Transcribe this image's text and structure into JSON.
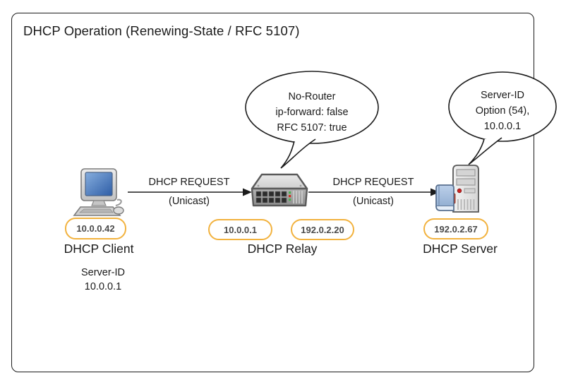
{
  "title": "DHCP Operation (Renewing-State / RFC 5107)",
  "colors": {
    "badge_border": "#F2B23E",
    "badge_text": "#4a4a4a",
    "outline": "#1c1c1c",
    "screen_blue": "#3d6cb4",
    "led_green": "#4caf50",
    "led_red": "#cc3322"
  },
  "nodes": {
    "client": {
      "label": "DHCP Client",
      "icon": "desktop-computer-icon",
      "badges": [
        "10.0.0.42"
      ],
      "note_line1": "Server-ID",
      "note_line2": "10.0.0.1"
    },
    "relay": {
      "label": "DHCP Relay",
      "icon": "network-switch-icon",
      "badges": [
        "10.0.0.1",
        "192.0.2.20"
      ]
    },
    "server": {
      "label": "DHCP Server",
      "icon": "server-tower-icon",
      "badges": [
        "192.0.2.67"
      ]
    }
  },
  "arrows": {
    "client_to_relay": {
      "label": "DHCP REQUEST",
      "sublabel": "(Unicast)"
    },
    "relay_to_server": {
      "label": "DHCP REQUEST",
      "sublabel": "(Unicast)"
    }
  },
  "bubbles": {
    "relay": {
      "line1": "No-Router",
      "line2": "ip-forward: false",
      "line3": "RFC 5107: true"
    },
    "server": {
      "line1": "Server-ID",
      "line2": "Option (54),",
      "line3": "10.0.0.1"
    }
  }
}
